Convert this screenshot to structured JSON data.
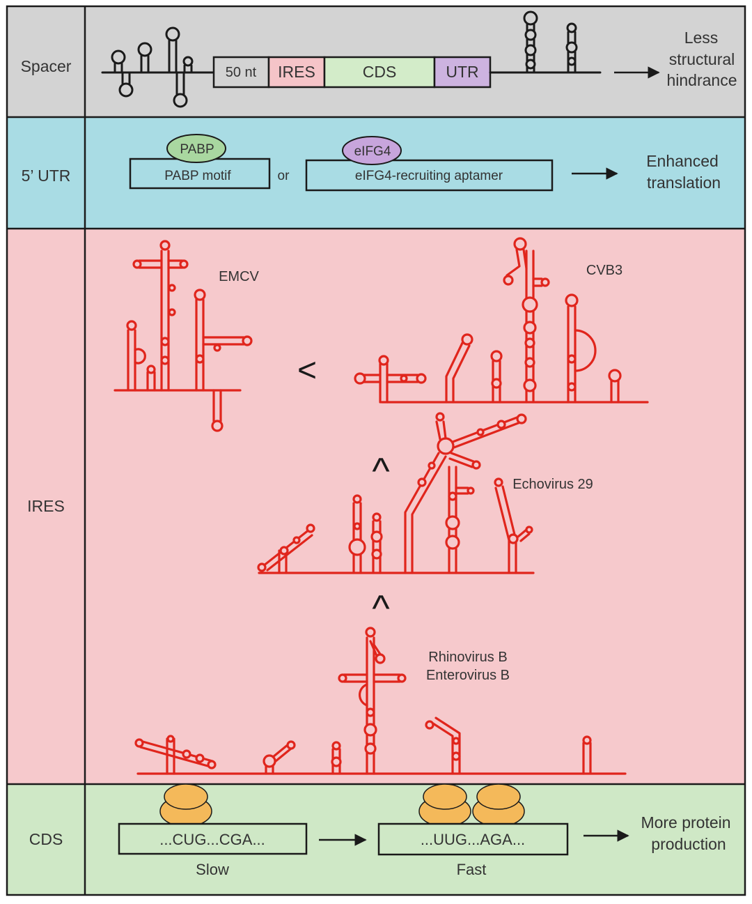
{
  "colors": {
    "spacer_bg": "#d3d3d3",
    "utr_bg": "#a9dce4",
    "ires_bg": "#f6c9cc",
    "cds_bg": "#cfe8c6",
    "rna": "#e0251c",
    "ires_box": "#f5c4c8",
    "cds_box": "#d3ecc9",
    "utr_box": "#cdb3e0",
    "pabp": "#a9d7a0",
    "eifg4": "#c7a5dc",
    "ribosome": "#f4b95a"
  },
  "rows": {
    "spacer": {
      "label": "Spacer",
      "result": [
        "Less",
        "structural",
        "hindrance"
      ]
    },
    "utr": {
      "label": "5’ UTR",
      "result": [
        "Enhanced",
        "translation"
      ]
    },
    "ires": {
      "label": "IRES"
    },
    "cds": {
      "label": "CDS",
      "result": [
        "More protein",
        "production"
      ]
    }
  },
  "construct": {
    "spacer": "50 nt",
    "ires": "IRES",
    "cds": "CDS",
    "utr": "UTR"
  },
  "utr_options": {
    "pabp_protein": "PABP",
    "pabp_motif": "PABP motif",
    "or": "or",
    "eifg4_protein": "eIFG4",
    "eifg4_aptamer": "eIFG4-recruiting aptamer"
  },
  "ires_structures": {
    "emcv": "EMCV",
    "cvb3": "CVB3",
    "echovirus": "Echovirus 29",
    "rhinovirus": "Rhinovirus B",
    "enterovirus": "Enterovirus B",
    "symbol_lt": "<",
    "symbol_wedge": "^"
  },
  "codons": {
    "slow_seq": "...CUG...CGA...",
    "slow_label": "Slow",
    "fast_seq": "...UUG...AGA...",
    "fast_label": "Fast"
  }
}
